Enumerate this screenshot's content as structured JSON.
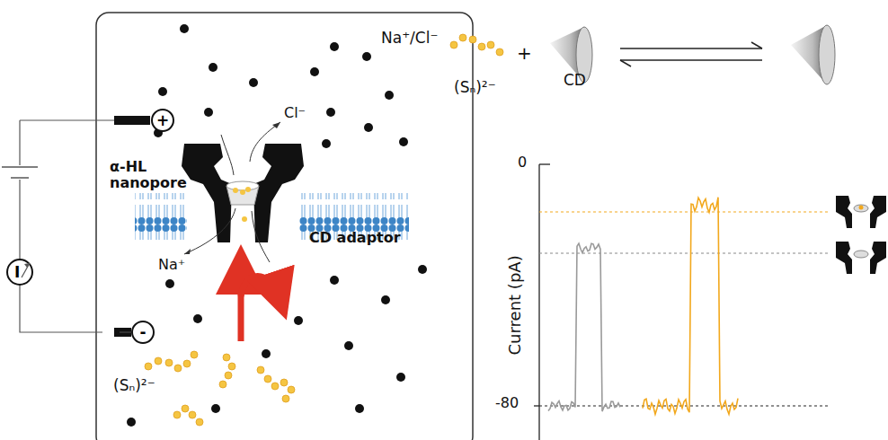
{
  "diagram": {
    "nodes": [
      {
        "text": [
          "+"
        ]
      },
      {
        "text": [
          "-"
        ]
      },
      {
        "text": [
          "I"
        ]
      }
    ],
    "edges": [
      {
        "from": 2,
        "to": 1,
        "arrow": "none"
      }
    ],
    "labels": [
      "Na⁺/Cl⁻",
      "α-HL nanopore",
      "Cl⁻",
      "Na⁺",
      "CD adaptor",
      "(Sₙ)²⁻",
      "(Sₙ)²⁻",
      "+",
      "CD",
      "0",
      "Current (pA)",
      "-80"
    ]
  }
}
